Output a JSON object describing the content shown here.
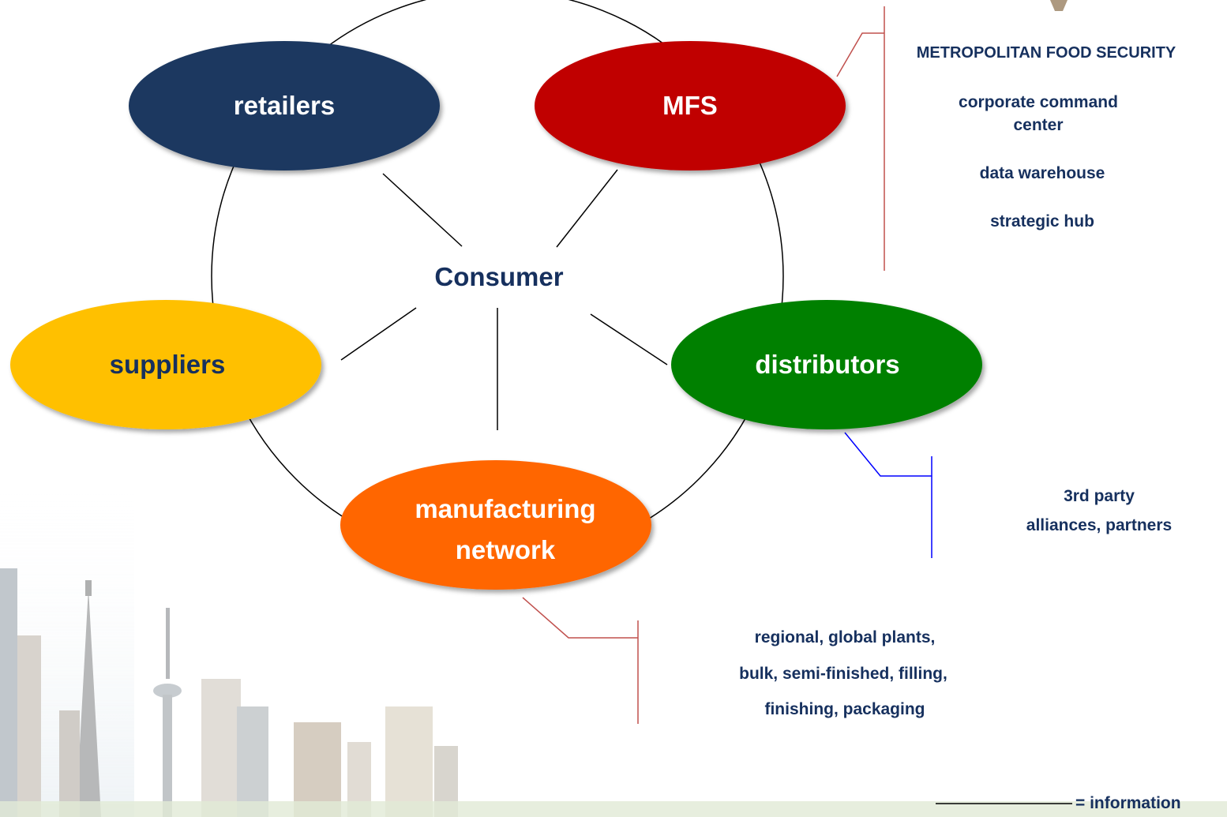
{
  "diagram": {
    "center": {
      "label": "Consumer"
    },
    "nodes": {
      "retailers": {
        "label": "retailers",
        "color": "#1b3860"
      },
      "mfs": {
        "label": "MFS",
        "color": "#c00000"
      },
      "suppliers": {
        "label": "suppliers",
        "color": "#ffc000"
      },
      "distributors": {
        "label": "distributors",
        "color": "#008000"
      },
      "manufacturing": {
        "label_line1": "manufacturing",
        "label_line2": "network",
        "color": "#ff6600"
      }
    },
    "callouts": {
      "mfs": {
        "title": "METROPOLITAN FOOD SECURITY",
        "lines": [
          "corporate command",
          "center",
          "data warehouse",
          "strategic hub"
        ],
        "connector_color": "#c0504d"
      },
      "distributors": {
        "lines": [
          "3rd party",
          "alliances, partners"
        ],
        "connector_color": "#0000ff"
      },
      "manufacturing": {
        "lines": [
          "regional, global plants,",
          "bulk, semi-finished, filling,",
          "finishing, packaging"
        ],
        "connector_color": "#c0504d"
      }
    },
    "legend": {
      "label": "= information"
    },
    "colors": {
      "text": "#16305e",
      "line": "#000000"
    }
  }
}
